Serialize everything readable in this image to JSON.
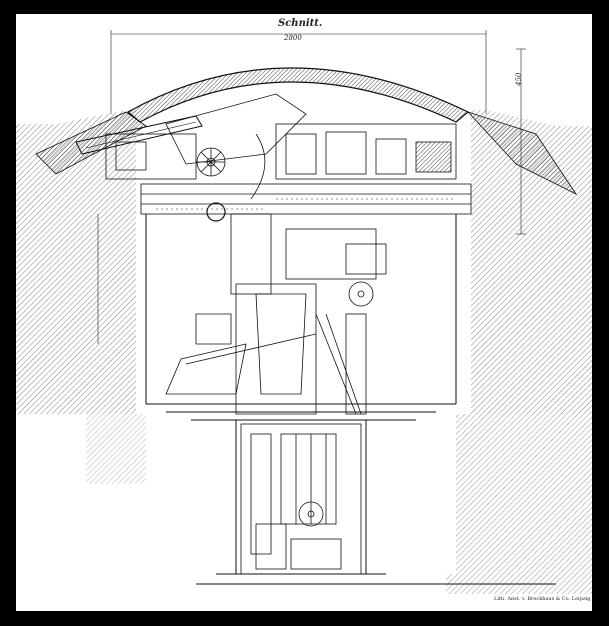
{
  "drawing": {
    "title": "Schnitt.",
    "dimension_width": "2800",
    "dimension_height": "450",
    "printer_credit": "Lith. Anst. v. Brockhaus & Co. Leipzig"
  },
  "colors": {
    "frame": "#000000",
    "paper": "#ffffff",
    "ink": "#1a1a1a",
    "hatch": "#555555"
  }
}
